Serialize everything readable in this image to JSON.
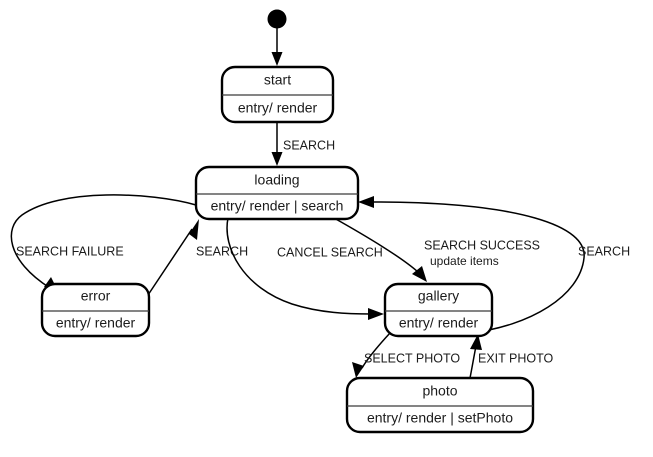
{
  "diagram": {
    "type": "state-machine",
    "title": "",
    "background_color": "#ffffff",
    "line_color": "#000000",
    "text_color": "#1b1b1b",
    "initial_node": "initial-dot",
    "states": [
      {
        "id": "start",
        "name": "start",
        "body": "entry/ render"
      },
      {
        "id": "loading",
        "name": "loading",
        "body": "entry/ render | search"
      },
      {
        "id": "error",
        "name": "error",
        "body": "entry/ render"
      },
      {
        "id": "gallery",
        "name": "gallery",
        "body": "entry/ render"
      },
      {
        "id": "photo",
        "name": "photo",
        "body": "entry/ render | setPhoto"
      }
    ],
    "transitions": [
      {
        "id": "t-initial",
        "from": "initial",
        "to": "start",
        "label": ""
      },
      {
        "id": "t-start-loading",
        "from": "start",
        "to": "loading",
        "label": "SEARCH"
      },
      {
        "id": "t-loading-error",
        "from": "loading",
        "to": "error",
        "label": "SEARCH FAILURE"
      },
      {
        "id": "t-error-loading",
        "from": "error",
        "to": "loading",
        "label": "SEARCH"
      },
      {
        "id": "t-loading-gallery-cancel",
        "from": "loading",
        "to": "gallery",
        "label": "CANCEL SEARCH"
      },
      {
        "id": "t-loading-gallery-success",
        "from": "loading",
        "to": "gallery",
        "label": "SEARCH SUCCESS",
        "label2": "update items"
      },
      {
        "id": "t-gallery-loading",
        "from": "gallery",
        "to": "loading",
        "label": "SEARCH"
      },
      {
        "id": "t-gallery-photo",
        "from": "gallery",
        "to": "photo",
        "label": "SELECT PHOTO"
      },
      {
        "id": "t-photo-gallery",
        "from": "photo",
        "to": "gallery",
        "label": "EXIT PHOTO"
      }
    ]
  }
}
